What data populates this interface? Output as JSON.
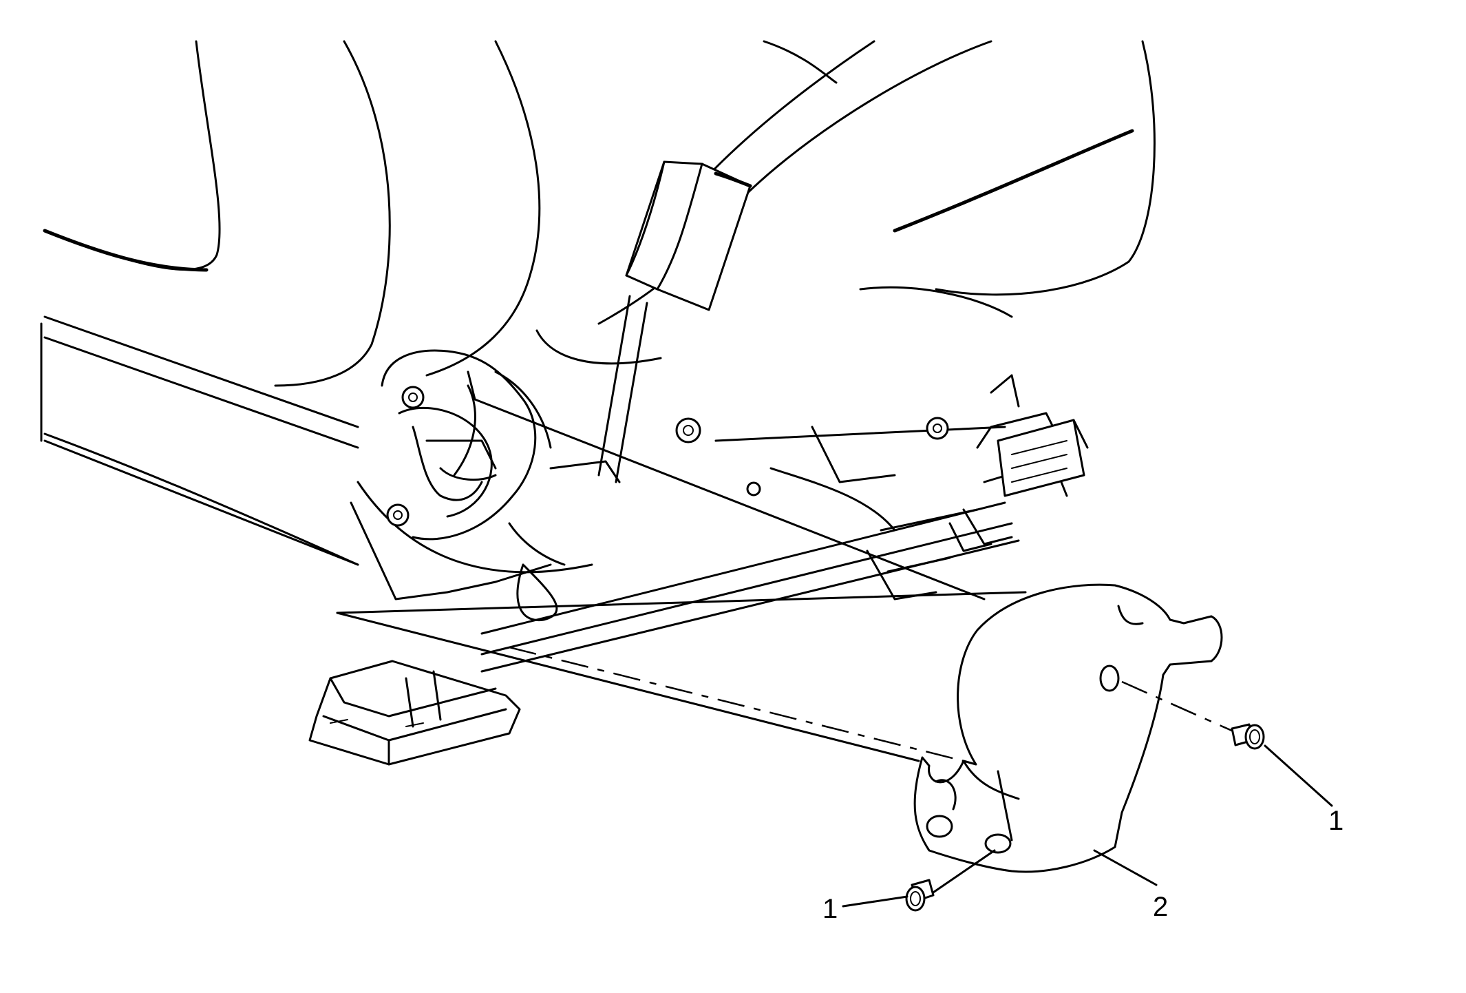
{
  "callouts": [
    {
      "id": "fastener-right",
      "text": "1"
    },
    {
      "id": "fastener-left",
      "text": "1"
    },
    {
      "id": "cover",
      "text": "2"
    }
  ]
}
